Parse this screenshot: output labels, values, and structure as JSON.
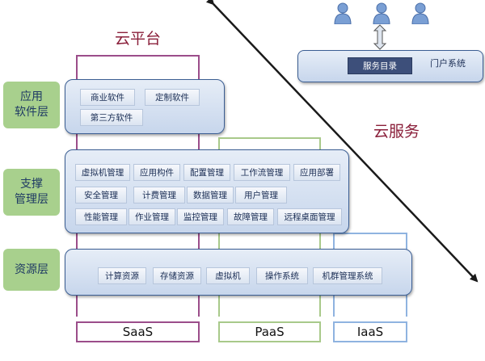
{
  "titles": {
    "cloud_platform": "云平台",
    "cloud_service": "云服务"
  },
  "portal": {
    "label": "门户系统",
    "service_catalog": "服务目录"
  },
  "layers": {
    "app": {
      "label": "应用\n软件层",
      "items": [
        "商业软件",
        "定制软件",
        "第三方软件"
      ]
    },
    "support": {
      "label": "支撑\n管理层",
      "items": [
        "虚拟机管理",
        "应用构件",
        "配置管理",
        "工作流管理",
        "应用部署",
        "安全管理",
        "计费管理",
        "数据管理",
        "用户管理",
        "性能管理",
        "作业管理",
        "监控管理",
        "故障管理",
        "远程桌面管理"
      ]
    },
    "resource": {
      "label": "资源层",
      "items": [
        "计算资源",
        "存储资源",
        "虚拟机",
        "操作系统",
        "机群管理系统"
      ]
    }
  },
  "service_models": [
    "SaaS",
    "PaaS",
    "IaaS"
  ],
  "colors": {
    "saas": "#9b4d8a",
    "paas": "#a8c98a",
    "iaas": "#8fb3e0",
    "title": "#8a1f3a",
    "label_green": "#a8d08d"
  }
}
